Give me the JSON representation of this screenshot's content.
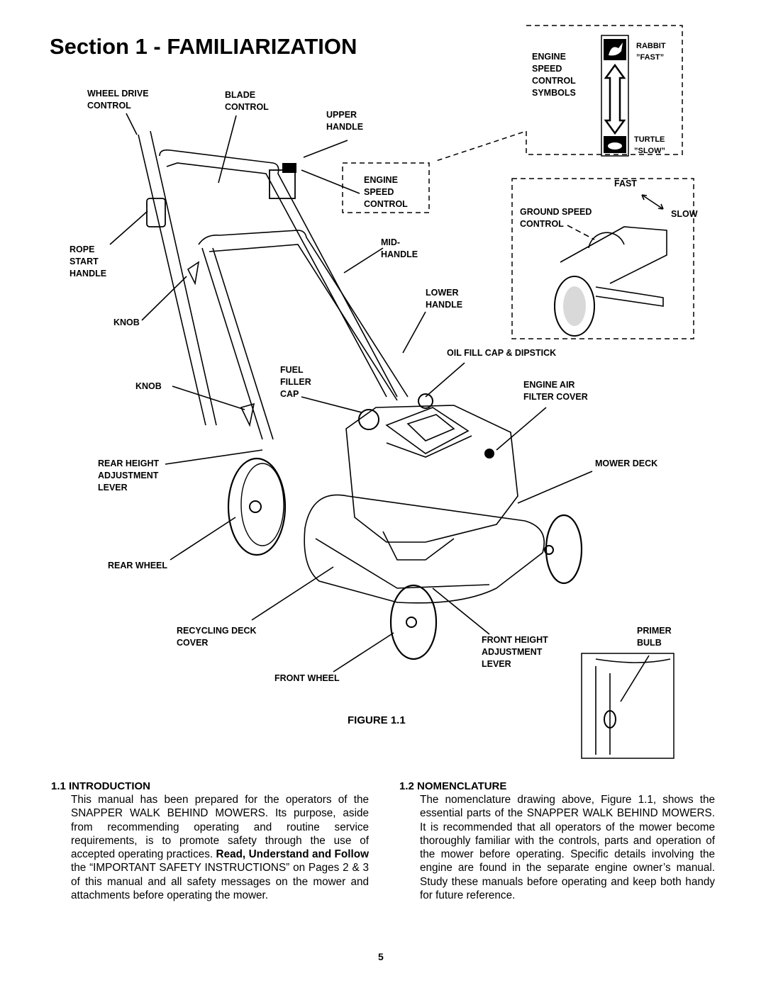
{
  "title": "Section 1 - FAMILIARIZATION",
  "labels": {
    "wheel_drive_control": "WHEEL DRIVE\nCONTROL",
    "blade_control": "BLADE\nCONTROL",
    "upper_handle": "UPPER\nHANDLE",
    "engine_speed_control_symbols": "ENGINE\nSPEED\nCONTROL\nSYMBOLS",
    "rabbit_fast": "RABBIT\n”FAST”",
    "turtle_slow": "TURTLE\n”SLOW”",
    "engine_speed_control": "ENGINE\nSPEED\nCONTROL",
    "fast": "FAST",
    "ground_speed_control": "GROUND SPEED\nCONTROL",
    "slow": "SLOW",
    "rope_start_handle": "ROPE\nSTART\nHANDLE",
    "mid_handle": "MID-\nHANDLE",
    "lower_handle": "LOWER\nHANDLE",
    "knob_upper": "KNOB",
    "oil_fill_cap": "OIL FILL CAP & DIPSTICK",
    "knob_lower": "KNOB",
    "fuel_filler_cap": "FUEL\nFILLER\nCAP",
    "engine_air_filter_cover": "ENGINE AIR\nFILTER COVER",
    "rear_height_adjustment_lever": "REAR HEIGHT\nADJUSTMENT\nLEVER",
    "mower_deck": "MOWER DECK",
    "rear_wheel": "REAR WHEEL",
    "recycling_deck_cover": "RECYCLING DECK\nCOVER",
    "front_height_adjustment_lever": "FRONT HEIGHT\nADJUSTMENT\nLEVER",
    "primer_bulb": "PRIMER\nBULB",
    "front_wheel": "FRONT WHEEL"
  },
  "figure_caption": "FIGURE 1.1",
  "intro": {
    "heading": "1.1 INTRODUCTION",
    "text_before_bold": "This manual has been prepared for the operators of the SNAPPER WALK BEHIND MOWERS. Its purpose, aside from recommending operating and routine service requirements, is to promote safety through the use of accepted operating practices. ",
    "bold": "Read, Understand and Follow",
    "text_after_bold": " the “IMPORTANT SAFETY INSTRUCTIONS” on Pages 2 & 3 of this manual and all safety messages on the mower and attachments before operating the mower."
  },
  "nomenclature": {
    "heading": "1.2 NOMENCLATURE",
    "text": "The nomenclature drawing above, Figure 1.1, shows the essential parts of the SNAPPER WALK BEHIND MOWERS. It is recommended that all operators of the mower become thoroughly familiar with the controls, parts and operation of the mower before operating. Specific details involving the engine are found in the separate engine owner’s manual. Study these manuals before operating and keep both handy for future reference."
  },
  "page_number": "5"
}
